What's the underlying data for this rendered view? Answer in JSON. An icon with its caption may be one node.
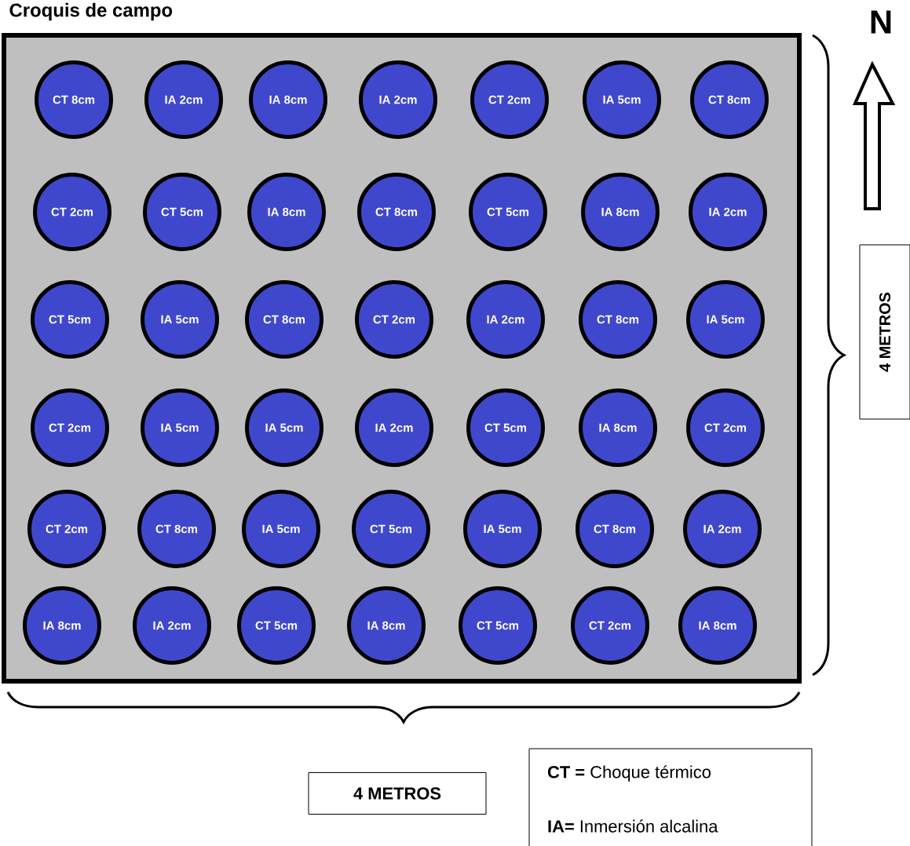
{
  "diagram": {
    "title": "Croquis de campo",
    "nodes": [
      {
        "text": [],
        "shape": "box"
      },
      {
        "text": [
          "CT 8cm"
        ],
        "in": 0
      },
      {
        "text": [
          "IA 2cm"
        ],
        "in": 0
      },
      {
        "text": [
          "IA 8cm"
        ],
        "in": 0
      },
      {
        "text": [
          "IA 2cm"
        ],
        "in": 0
      },
      {
        "text": [
          "CT 2cm"
        ],
        "in": 0
      },
      {
        "text": [
          "IA 5cm"
        ],
        "in": 0
      },
      {
        "text": [
          "CT 8cm"
        ],
        "in": 0
      },
      {
        "text": [
          "CT 2cm"
        ],
        "in": 0
      },
      {
        "text": [
          "CT 5cm"
        ],
        "in": 0
      },
      {
        "text": [
          "IA 8cm"
        ],
        "in": 0
      },
      {
        "text": [
          "CT 8cm"
        ],
        "in": 0
      },
      {
        "text": [
          "CT 5cm"
        ],
        "in": 0
      },
      {
        "text": [
          "IA 8cm"
        ],
        "in": 0
      },
      {
        "text": [
          "IA 2cm"
        ],
        "in": 0
      },
      {
        "text": [
          "CT 5cm"
        ],
        "in": 0
      },
      {
        "text": [
          "IA 5cm"
        ],
        "in": 0
      },
      {
        "text": [
          "CT 8cm"
        ],
        "in": 0
      },
      {
        "text": [
          "CT 2cm"
        ],
        "in": 0
      },
      {
        "text": [
          "IA 2cm"
        ],
        "in": 0
      },
      {
        "text": [
          "CT 8cm"
        ],
        "in": 0
      },
      {
        "text": [
          "IA 5cm"
        ],
        "in": 0
      },
      {
        "text": [
          "CT 2cm"
        ],
        "in": 0
      },
      {
        "text": [
          "IA 5cm"
        ],
        "in": 0
      },
      {
        "text": [
          "IA 5cm"
        ],
        "in": 0
      },
      {
        "text": [
          "IA 2cm"
        ],
        "in": 0
      },
      {
        "text": [
          "CT 5cm"
        ],
        "in": 0
      },
      {
        "text": [
          "IA 8cm"
        ],
        "in": 0
      },
      {
        "text": [
          "CT 2cm"
        ],
        "in": 0
      },
      {
        "text": [
          "CT 2cm"
        ],
        "in": 0
      },
      {
        "text": [
          "CT 8cm"
        ],
        "in": 0
      },
      {
        "text": [
          "IA 5cm"
        ],
        "in": 0
      },
      {
        "text": [
          "CT 5cm"
        ],
        "in": 0
      },
      {
        "text": [
          "IA 5cm"
        ],
        "in": 0
      },
      {
        "text": [
          "CT 8cm"
        ],
        "in": 0
      },
      {
        "text": [
          "IA 2cm"
        ],
        "in": 0
      },
      {
        "text": [
          "IA 8cm"
        ],
        "in": 0
      },
      {
        "text": [
          "IA 2cm"
        ],
        "in": 0
      },
      {
        "text": [
          "CT 5cm"
        ],
        "in": 0
      },
      {
        "text": [
          "IA 8cm"
        ],
        "in": 0
      },
      {
        "text": [
          "CT 5cm"
        ],
        "in": 0
      },
      {
        "text": [
          "CT 2cm"
        ],
        "in": 0
      },
      {
        "text": [
          "IA 8cm"
        ],
        "in": 0
      },
      {
        "text": [
          "4 METROS"
        ]
      },
      {
        "text": [
          "4 METROS"
        ]
      },
      {
        "text": [
          "**CT =** Choque térmico",
          "**IA=** Inmersión alcalina"
        ]
      }
    ],
    "labels": [
      "N"
    ]
  }
}
